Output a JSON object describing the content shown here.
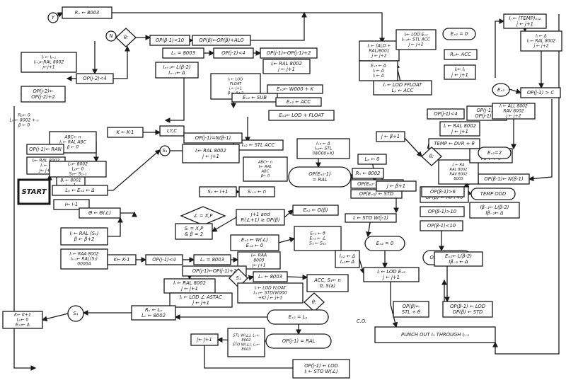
{
  "nodes": [
    {
      "id": "top-y",
      "shape": "circle",
      "lines": [
        "Y"
      ]
    },
    {
      "id": "rn-assign",
      "shape": "rect",
      "lines": [
        "Rₙ ← 8003"
      ]
    },
    {
      "id": "top-n",
      "shape": "circle",
      "lines": [
        "N"
      ]
    },
    {
      "id": "theta-top",
      "shape": "diamond",
      "lines": [
        "θ:"
      ]
    },
    {
      "id": "op-beta-test",
      "shape": "rect",
      "lines": [
        "OP(β-1)<10"
      ]
    },
    {
      "id": "op-beta-alo",
      "shape": "rect",
      "lines": [
        "OP(β)←OP(β)+ALO"
      ]
    },
    {
      "id": "ij-ial",
      "shape": "rect",
      "lines": [
        "Iⱼ ← Iⱼ₋₁",
        "Iⱼ₊₁←RAL 8002",
        "j←j+1"
      ]
    },
    {
      "id": "op-j2-test",
      "shape": "rect",
      "lines": [
        "OP(j-2)<4"
      ]
    },
    {
      "id": "op-j2-inc",
      "shape": "rect",
      "lines": [
        "OP(j-2)←",
        "OP(j-2)+2"
      ]
    },
    {
      "id": "init-block",
      "shape": "text",
      "lines": [
        "Rₚ← 0",
        "Lₙ ← 8002 + ₀",
        "β ← 0"
      ]
    },
    {
      "id": "l-8003",
      "shape": "rect",
      "lines": [
        "Lₙ = 8003"
      ]
    },
    {
      "id": "op-j1-test",
      "shape": "rect",
      "lines": [
        "OP(j-1)<4"
      ]
    },
    {
      "id": "op-j1-inc",
      "shape": "rect",
      "lines": [
        "OP(j-1)←OP(j-1)+2"
      ]
    },
    {
      "id": "ij-ral-mid",
      "shape": "rect",
      "lines": [
        "Iⱼ← RAL 8002",
        "j ← j+1"
      ]
    },
    {
      "id": "ia-assign",
      "shape": "rect",
      "lines": [
        "Iₐ₊₁← L(β-2)",
        "Iₐ₋₁← Δ"
      ]
    },
    {
      "id": "ij-lod-float",
      "shape": "rect",
      "lines": [
        "Iⱼ ← LOD",
        "FLOAT",
        "j ← j+1",
        "β ← β+2"
      ]
    },
    {
      "id": "ex2-wooo",
      "shape": "rect",
      "lines": [
        "Eₓ₂← W000 + K"
      ]
    },
    {
      "id": "ex2-sub",
      "shape": "rect",
      "lines": [
        "Eₓ₂ ← SUB"
      ]
    },
    {
      "id": "ex2-acc",
      "shape": "rect",
      "lines": [
        "Eₓ₂ ← ACC"
      ]
    },
    {
      "id": "ex2-lod",
      "shape": "rect",
      "lines": [
        "Eₓ₂← LOD + FLOAT"
      ]
    },
    {
      "id": "ex2-stl",
      "shape": "rect",
      "lines": [
        "Iₓ₂ ← STL ACC"
      ]
    },
    {
      "id": "ix-delta",
      "shape": "rect",
      "lines": [
        "Iₓ₂ ← Δ",
        "Iₓ₂← STL",
        "(W000+K)"
      ]
    },
    {
      "id": "op-ex2-ral",
      "shape": "oval",
      "lines": [
        "OP(Eₓ₂-1)",
        "= RAL"
      ]
    },
    {
      "id": "rn-8002",
      "shape": "rect",
      "lines": [
        "Rₙ ← 8002"
      ]
    },
    {
      "id": "op-lod",
      "shape": "rect",
      "lines": [
        "OP(Eₓ₂-1) ← LOD"
      ]
    },
    {
      "id": "op-std",
      "shape": "rect",
      "lines": [
        "OP(Eₓ₂) ← STD"
      ]
    },
    {
      "id": "k-dec",
      "shape": "rect",
      "lines": [
        "K ← K-1"
      ]
    },
    {
      "id": "iyc",
      "shape": "rect",
      "lines": [
        "I,Y,C"
      ]
    },
    {
      "id": "abcn-block",
      "shape": "rect",
      "lines": [
        "ABC← n",
        "Iⱼ ← RAL ABC",
        "β ← 0"
      ]
    },
    {
      "id": "op-ral",
      "shape": "rect",
      "lines": [
        "OP(j-1)← RAN"
      ]
    },
    {
      "id": "ral-mid",
      "shape": "rect",
      "lines": [
        "Iⱼ← RAL 8002",
        "Iⱼ ← 0",
        "j← j+1"
      ]
    },
    {
      "id": "start",
      "shape": "start",
      "lines": [
        "START"
      ]
    },
    {
      "id": "k-init",
      "shape": "rect",
      "lines": [
        "K← 1",
        "Bⱼ ← 8001",
        "j ← 1"
      ]
    },
    {
      "id": "lp-init",
      "shape": "rect",
      "lines": [
        "Lₙ← 8002",
        "Lₚ← 0",
        "S₁← S₁₊₁"
      ]
    },
    {
      "id": "lp-ex",
      "shape": "rect",
      "lines": [
        "Lₚ ← Eₓ₂ ← Δ"
      ]
    },
    {
      "id": "i-dec",
      "shape": "rect",
      "lines": [
        "i← i-1"
      ]
    },
    {
      "id": "s1-tag",
      "shape": "circle",
      "lines": [
        "S₁"
      ]
    },
    {
      "id": "si-inc",
      "shape": "rect",
      "lines": [
        "S₁ ← i+1"
      ]
    },
    {
      "id": "si1",
      "shape": "rect",
      "lines": [
        "Sᵢ₊₁ ← n"
      ]
    },
    {
      "id": "ral-abc",
      "shape": "rect",
      "lines": [
        "ABC← n",
        "Iⱼ← RAL",
        "ABC",
        "β← 0"
      ]
    },
    {
      "id": "op-ex-tests",
      "shape": "rect",
      "lines": [
        "OP(j-1)=N(β-1)"
      ]
    },
    {
      "id": "ij-ral-8002-low",
      "shape": "rect",
      "lines": [
        "Iⱼ← RAL 8002",
        "j ← j+1"
      ]
    },
    {
      "id": "lxp-test",
      "shape": "diamond",
      "lines": [
        "∠ = X,P"
      ]
    },
    {
      "id": "s-r-test",
      "shape": "rect",
      "lines": [
        "j+1 and",
        "R(∠+1) ≥ OP(β)"
      ]
    },
    {
      "id": "ex2-op",
      "shape": "rect",
      "lines": [
        "Eₓ₂ ← O(β)"
      ]
    },
    {
      "id": "s-i-2",
      "shape": "rect",
      "lines": [
        "Sᵢ = X,P",
        "& β = 2"
      ]
    },
    {
      "id": "ex2-w",
      "shape": "rect",
      "lines": [
        "Eₓ₂ ← W(∠)",
        "Eₓ₂ ← 0"
      ]
    },
    {
      "id": "ex1-block",
      "shape": "rect",
      "lines": [
        "Eₓ₁ ← θ",
        "Eₓ₁ ← ∠",
        "S₁ ← S₁₁"
      ]
    },
    {
      "id": "theta-theta",
      "shape": "rect",
      "lines": [
        "Θ ← Θ(∠)"
      ]
    },
    {
      "id": "ij-ral-si",
      "shape": "rect",
      "lines": [
        "Iⱼ ← RAL (S₁)",
        "β ← β+2"
      ]
    },
    {
      "id": "ij-raa",
      "shape": "rect",
      "lines": [
        "Iⱼ ← RAA 8002",
        "Iⱼ₊₁← RAL(S₁)",
        "0000A"
      ]
    },
    {
      "id": "k-dec-2",
      "shape": "rect",
      "lines": [
        "K← K-1"
      ]
    },
    {
      "id": "op-j1-lt4",
      "shape": "rect",
      "lines": [
        "OP(j-1)<4"
      ]
    },
    {
      "id": "ln-8003",
      "shape": "rect",
      "lines": [
        "Lₙ = 8003"
      ]
    },
    {
      "id": "ij-raa-8003",
      "shape": "rect",
      "lines": [
        "Iⱼ← RAA",
        "8003",
        "j← j+1"
      ]
    },
    {
      "id": "op-j1-2",
      "shape": "rect",
      "lines": [
        "OP(j-1)←OP(j-1)+2"
      ]
    },
    {
      "id": "ij-ral-8002-b",
      "shape": "rect",
      "lines": [
        "Iⱼ ← RAL 8002",
        "j ← j+1"
      ]
    },
    {
      "id": "ij-lod-sstac",
      "shape": "rect",
      "lines": [
        "Iⱼ ← LOD ∠ ASTAC",
        "j ← j+1"
      ]
    },
    {
      "id": "s1-diamond",
      "shape": "diamond",
      "lines": [
        "S₁"
      ]
    },
    {
      "id": "ln-8003-b",
      "shape": "rect",
      "lines": [
        "Lₙ ← 8003"
      ]
    },
    {
      "id": "ij-lod-float-b",
      "shape": "rect",
      "lines": [
        "Iⱼ ← LOD FLOAT",
        "Iⱼ₊₁← STD(W000",
        "+K) j ← j+1"
      ]
    },
    {
      "id": "rp-acc",
      "shape": "rect",
      "lines": [
        "ACC, S₁← n",
        "0, S(a)"
      ]
    },
    {
      "id": "theta-low",
      "shape": "diamond",
      "lines": [
        "θ:"
      ]
    },
    {
      "id": "ex2-lp",
      "shape": "oval",
      "lines": [
        "Eₓ₂ = Lₚ"
      ]
    },
    {
      "id": "rm-ln",
      "shape": "rect",
      "lines": [
        "Rₙ ← Lₙ",
        "Lₙ ← 8002"
      ]
    },
    {
      "id": "si-low",
      "shape": "circle",
      "lines": [
        "S₁"
      ]
    },
    {
      "id": "k-inc",
      "shape": "rect",
      "lines": [
        "K← K+1",
        "Lₚ← 0",
        "Eₓ₂← Δ"
      ]
    },
    {
      "id": "op-j1-ral",
      "shape": "oval",
      "lines": [
        "OP(j-1) = RAL"
      ]
    },
    {
      "id": "jj1",
      "shape": "rect",
      "lines": [
        "j← j+1"
      ]
    },
    {
      "id": "stl-block",
      "shape": "rect",
      "lines": [
        "STL W(∠), Lₙ←",
        "8002",
        "STO W(∠), Lₙ←",
        "8003"
      ]
    },
    {
      "id": "op-lod-bot",
      "shape": "rect",
      "lines": [
        "OP(j-1) ← LOD",
        "Iⱼ ← STO W(∠)"
      ]
    },
    {
      "id": "co-sign",
      "shape": "text",
      "lines": [
        "C.O."
      ]
    },
    {
      "id": "j-beta",
      "shape": "rect",
      "lines": [
        "j ← β+1"
      ]
    },
    {
      "id": "ij-sto",
      "shape": "rect",
      "lines": [
        "Iⱼ ← STO W(j-1)"
      ]
    },
    {
      "id": "ex2-zero",
      "shape": "oval",
      "lines": [
        "Eₓ₂ = 0"
      ]
    },
    {
      "id": "ix2-delta",
      "shape": "rect",
      "lines": [
        "Iₓ₂ ← Δ",
        "Iₓ₂← Δ"
      ]
    },
    {
      "id": "ij-lod-ex",
      "shape": "rect",
      "lines": [
        "Iⱼ ← LOD Eₓ₂",
        "j ← j+1"
      ]
    },
    {
      "id": "punch",
      "shape": "rect",
      "lines": [
        "PUNCH OUT I₁ THROUGH Iⱼ₋₁"
      ]
    },
    {
      "id": "op-beta-ral",
      "shape": "oval",
      "lines": [
        "OP(β-1) = RAL"
      ]
    },
    {
      "id": "op-beta-stl",
      "shape": "rect",
      "lines": [
        "OP(β)←",
        "STL + θ"
      ]
    },
    {
      "id": "op-beta-lod",
      "shape": "rect",
      "lines": [
        "OP(β-1) ← LOD",
        "OP(β) ← STD"
      ]
    },
    {
      "id": "op-beta-10",
      "shape": "rect",
      "lines": [
        "OP(β-1)<10"
      ]
    },
    {
      "id": "ex2-l",
      "shape": "rect",
      "lines": [
        "Eₓ₂← L(β-2)",
        "Iβ₋₂ ← Δ"
      ]
    },
    {
      "id": "temp-op",
      "shape": "rect",
      "lines": [
        "TEMP ← OP(β)",
        "OP(β) ← MPT+θ"
      ]
    },
    {
      "id": "op-beta-gt10",
      "shape": "rect",
      "lines": [
        "OP(β-1)>10"
      ]
    },
    {
      "id": "op-beta-gt6",
      "shape": "rect",
      "lines": [
        "OP(β-1)>6"
      ]
    },
    {
      "id": "op-beta-n",
      "shape": "rect",
      "lines": [
        "OP(β-1)← N(β-1)"
      ]
    },
    {
      "id": "temp-odd",
      "shape": "oval",
      "lines": [
        "TEMP ODD"
      ]
    },
    {
      "id": "i-beta",
      "shape": "rect",
      "lines": [
        "Iβ₋₁← L(β-2)",
        "Iβ₋₂← Δ"
      ]
    },
    {
      "id": "ij-raa-8002",
      "shape": "rect",
      "lines": [
        "Iⱼ ← RA",
        "RAL 8002",
        "RAV 8002",
        "8003"
      ]
    },
    {
      "id": "temp-dvr",
      "shape": "rect",
      "lines": [
        "TEMP ← DVR + θ"
      ]
    },
    {
      "id": "temp-mpy",
      "shape": "rect",
      "lines": [
        "TEMP ←",
        "MPT + θ"
      ]
    },
    {
      "id": "theta-right",
      "shape": "diamond",
      "lines": [
        "θ:"
      ]
    },
    {
      "id": "ex2-2",
      "shape": "oval",
      "lines": [
        "Eₓ₂=2"
      ]
    },
    {
      "id": "op-j-lt4",
      "shape": "rect",
      "lines": [
        "OP(j-1)<4"
      ]
    },
    {
      "id": "op-j-inc",
      "shape": "rect",
      "lines": [
        "OP(j-1)←",
        "OP(j-1)+2"
      ]
    },
    {
      "id": "ij-ral-8002-r",
      "shape": "rect",
      "lines": [
        "Iⱼ ← RAL 8002",
        "j ← j+1"
      ]
    },
    {
      "id": "j-beta1",
      "shape": "rect",
      "lines": [
        "j ← β+1"
      ]
    },
    {
      "id": "lp-zero",
      "shape": "rect",
      "lines": [
        "Lₚ ← 0"
      ]
    },
    {
      "id": "ij-lod-ffloat",
      "shape": "rect",
      "lines": [
        "Iⱼ ← LOD FFLOAT",
        "Lₚ ← ACC"
      ]
    },
    {
      "id": "ij-plus",
      "shape": "rect",
      "lines": [
        "Iⱼ ← (ALO +",
        "RAL)8001",
        "j ← j+2"
      ]
    },
    {
      "id": "ij-lod-xyz",
      "shape": "rect",
      "lines": [
        "Iⱼ← LOD Eₓ₂",
        "Iⱼ₊₁← STL ACC",
        "j ← j+2"
      ]
    },
    {
      "id": "ex2-box",
      "shape": "rect",
      "lines": [
        "Eₓ₂ ← Δ",
        "Iⱼ ← Δ",
        "Iⱼ ← Δ"
      ]
    },
    {
      "id": "ij-ijj",
      "shape": "rect",
      "lines": [
        "Iⱼ← Iⱼ",
        "j ← j+1"
      ]
    },
    {
      "id": "rp-acc-r",
      "shape": "rect",
      "lines": [
        "Rₚ← ACC"
      ]
    },
    {
      "id": "ex2-z-r",
      "shape": "oval",
      "lines": [
        "Eₓ₂ = 0"
      ]
    },
    {
      "id": "ij-temp",
      "shape": "rect",
      "lines": [
        "Iⱼ ← (TEMP)₀₁₂",
        "j ← j+1"
      ]
    },
    {
      "id": "ij-ial-r",
      "shape": "rect",
      "lines": [
        "Iⱼ ← Δ",
        "Iⱼ ← RAL 8002",
        "j ← j+2"
      ]
    },
    {
      "id": "op-j-gt-c",
      "shape": "rect",
      "lines": [
        "OP(j-1) > C"
      ]
    },
    {
      "id": "ij-all",
      "shape": "rect",
      "lines": [
        "Iⱼ ← ALL 8002",
        "RAV 8002",
        "j ← j+2"
      ]
    },
    {
      "id": "ex2-right",
      "shape": "circle",
      "lines": [
        "Eₓ₂"
      ]
    }
  ]
}
